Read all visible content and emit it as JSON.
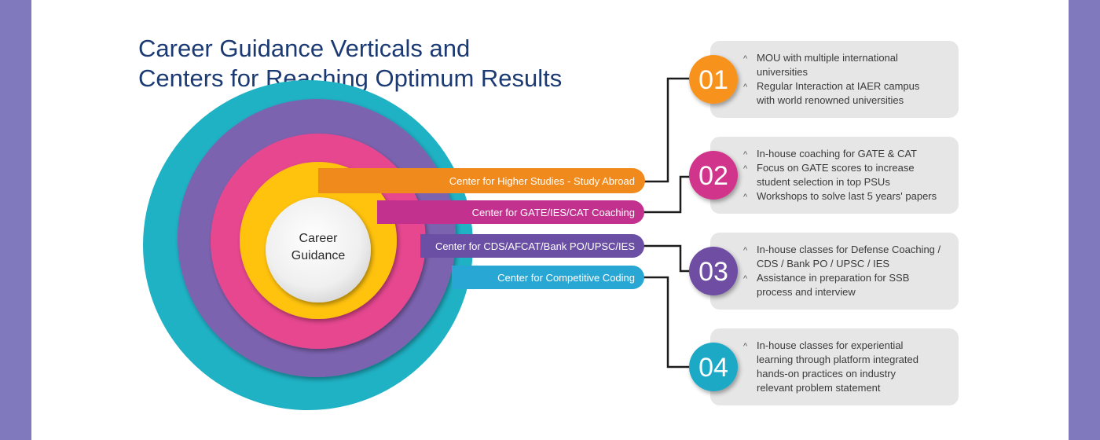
{
  "title": {
    "line1": "Career Guidance Verticals and",
    "line2": "Centers for Reaching Optimum Results"
  },
  "center": {
    "line1": "Career",
    "line2": "Guidance"
  },
  "colors": {
    "side_bars": "#8079bd",
    "teal": "#1fb1c4",
    "purple": "#7b63b0",
    "magenta": "#e6468f",
    "orange": "#f39a1c",
    "yellow": "#ffc20e",
    "title": "#1b3a73"
  },
  "centers": [
    {
      "label": "Center for Higher Studies - Study Abroad",
      "color": "#f08a1c"
    },
    {
      "label": "Center for GATE/IES/CAT Coaching",
      "color": "#c3318f"
    },
    {
      "label": "Center for CDS/AFCAT/Bank PO/UPSC/IES",
      "color": "#6a4fa5"
    },
    {
      "label": "Center for Competitive Coding",
      "color": "#29a7d4"
    }
  ],
  "items": [
    {
      "number": "01",
      "color": "#f7931e",
      "bullets": [
        [
          "MOU with multiple international",
          "universities"
        ],
        [
          "Regular Interaction at IAER campus",
          "with world renowned universities"
        ]
      ]
    },
    {
      "number": "02",
      "color": "#d1368b",
      "bullets": [
        [
          "In-house coaching for GATE & CAT"
        ],
        [
          "Focus on GATE scores to increase",
          "student selection in top PSUs"
        ],
        [
          "Workshops to solve last 5 years' papers"
        ]
      ]
    },
    {
      "number": "03",
      "color": "#6e4ea3",
      "bullets": [
        [
          "In-house classes for Defense Coaching /",
          "CDS / Bank PO / UPSC / IES"
        ],
        [
          "Assistance in preparation for SSB",
          "process and interview"
        ]
      ]
    },
    {
      "number": "04",
      "color": "#1fa9c6",
      "bullets": [
        [
          "In-house classes for experiential",
          "learning through platform integrated",
          "hands-on practices on industry",
          "relevant problem statement"
        ]
      ]
    }
  ],
  "bullet_marker": "^"
}
